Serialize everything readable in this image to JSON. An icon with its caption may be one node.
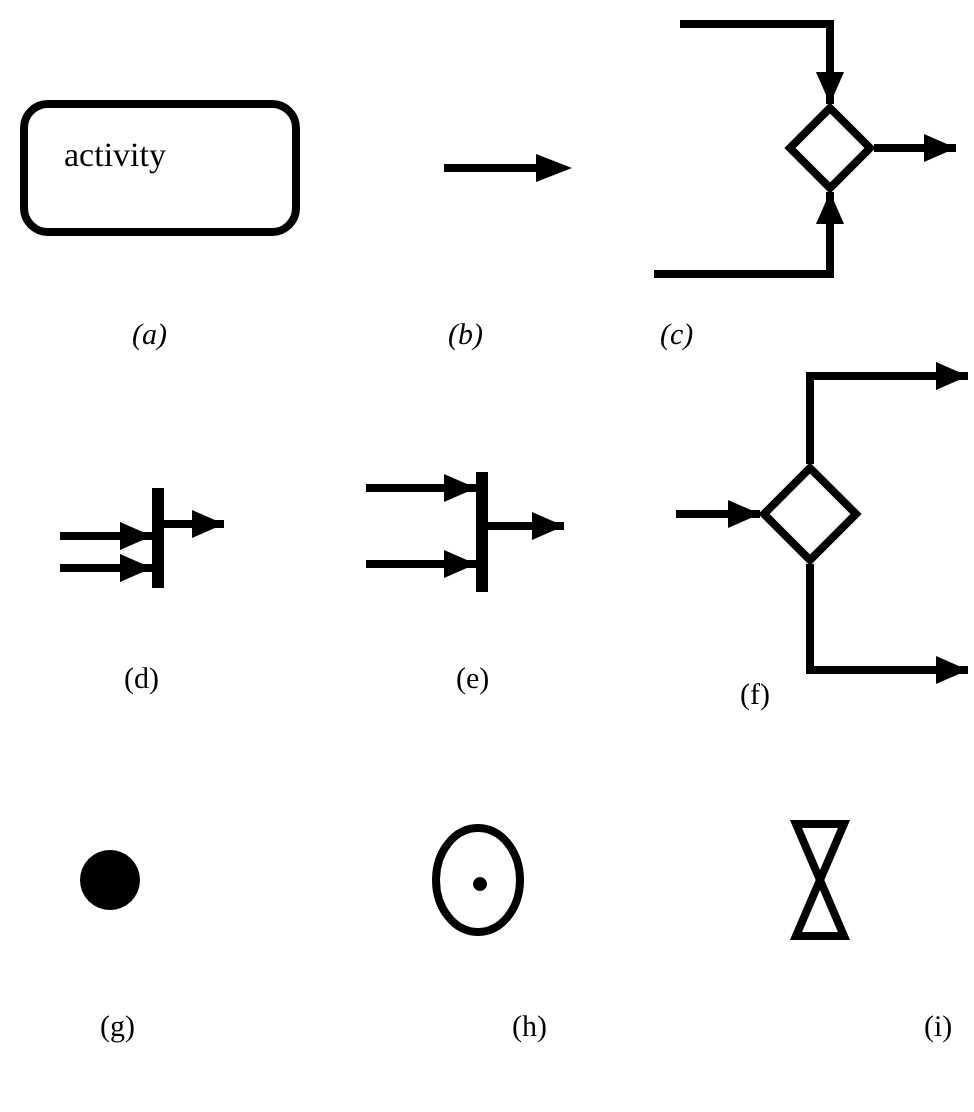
{
  "diagram": {
    "nodes": [
      {
        "text": [
          "activity"
        ]
      },
      {
        "text": [],
        "shape": "diamond"
      },
      {
        "text": [],
        "shape": "bar"
      },
      {
        "text": [],
        "shape": "bar"
      },
      {
        "text": [],
        "shape": "diamond"
      },
      {
        "text": [],
        "shape": "circle"
      },
      {
        "text": [],
        "shape": "circle"
      },
      {
        "text": [],
        "shape": "hourglass"
      }
    ],
    "edges": [
      {
        "from": null,
        "to": 1,
        "arrow": "to"
      },
      {
        "from": null,
        "to": 1,
        "arrow": "to"
      },
      {
        "from": 1,
        "to": null,
        "arrow": "to"
      },
      {
        "from": null,
        "to": 2,
        "arrow": "to"
      },
      {
        "from": null,
        "to": 2,
        "arrow": "to"
      },
      {
        "from": 2,
        "to": null,
        "arrow": "to"
      },
      {
        "from": null,
        "to": 3,
        "arrow": "to"
      },
      {
        "from": null,
        "to": 3,
        "arrow": "to"
      },
      {
        "from": 3,
        "to": null,
        "arrow": "to"
      },
      {
        "from": null,
        "to": 4,
        "arrow": "to"
      },
      {
        "from": 4,
        "to": null,
        "arrow": "to"
      },
      {
        "from": 4,
        "to": null,
        "arrow": "to"
      }
    ],
    "labels": [
      "(a)",
      "(b)",
      "(c)",
      "(d)",
      "(e)",
      "(f)",
      "(g)",
      "(h)",
      "(i)"
    ]
  }
}
